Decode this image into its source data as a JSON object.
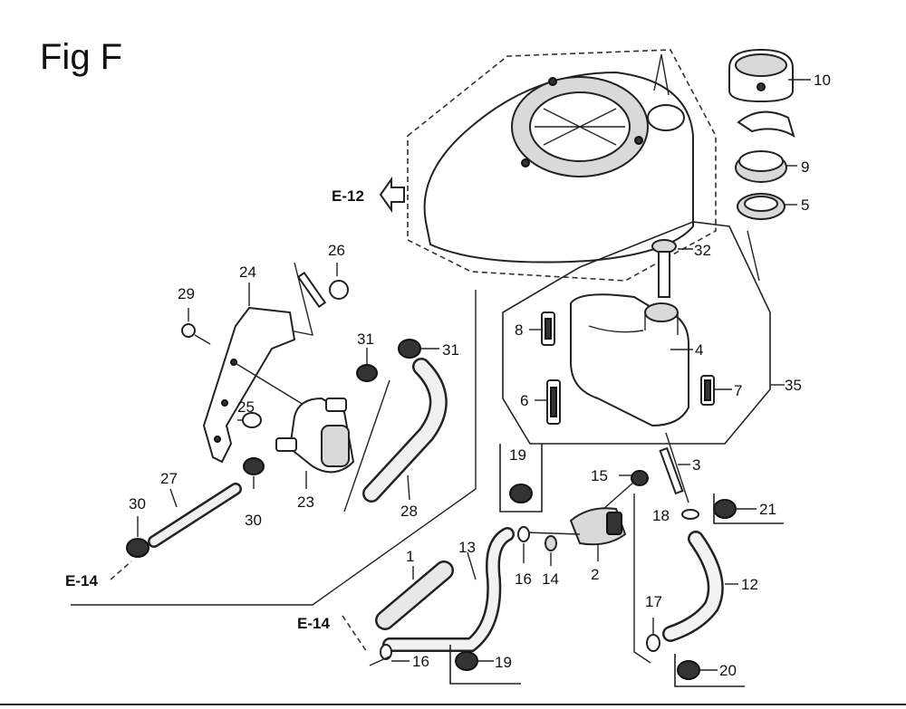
{
  "title": "Fig F",
  "references": {
    "e12": "E-12",
    "e14_left": "E-14",
    "e14_bottom": "E-14"
  },
  "callouts": {
    "c1": "1",
    "c2": "2",
    "c3": "3",
    "c4": "4",
    "c5": "5",
    "c6": "6",
    "c7": "7",
    "c8": "8",
    "c9": "9",
    "c10": "10",
    "c12": "12",
    "c13": "13",
    "c14": "14",
    "c15": "15",
    "c16a": "16",
    "c16b": "16",
    "c17": "17",
    "c18": "18",
    "c19a": "19",
    "c19b": "19",
    "c20": "20",
    "c21": "21",
    "c23": "23",
    "c24": "24",
    "c25": "25",
    "c26": "26",
    "c27": "27",
    "c28": "28",
    "c29": "29",
    "c30a": "30",
    "c30b": "30",
    "c31a": "31",
    "c31b": "31",
    "c32": "32",
    "c35": "35"
  },
  "colors": {
    "line": "#222222",
    "background": "#ffffff"
  }
}
